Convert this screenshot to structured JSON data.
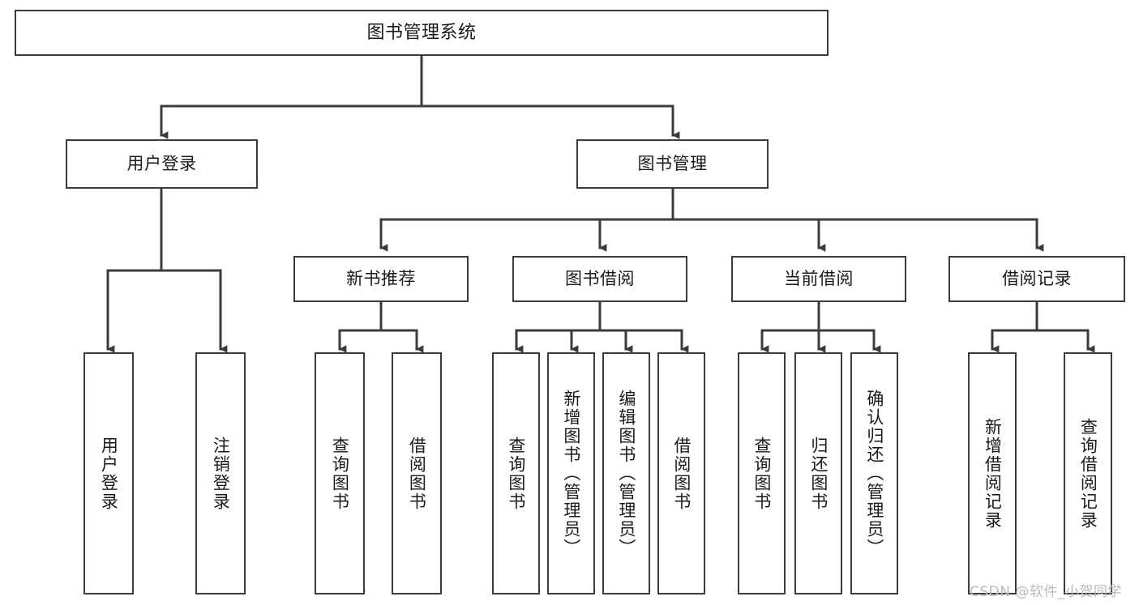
{
  "diagram": {
    "title": "图书管理系统",
    "type": "tree-hierarchy",
    "root": {
      "label": "图书管理系统"
    },
    "level1": [
      {
        "label": "用户登录"
      },
      {
        "label": "图书管理"
      }
    ],
    "level2": [
      {
        "label": "新书推荐"
      },
      {
        "label": "图书借阅"
      },
      {
        "label": "当前借阅"
      },
      {
        "label": "借阅记录"
      }
    ],
    "leaves": {
      "user_login": [
        {
          "label": "用户登录"
        },
        {
          "label": "注销登录"
        }
      ],
      "new_book_recommend": [
        {
          "label": "查询图书"
        },
        {
          "label": "借阅图书"
        }
      ],
      "book_borrow": [
        {
          "label": "查询图书"
        },
        {
          "label": "新增图书（管理员）"
        },
        {
          "label": "编辑图书（管理员）"
        },
        {
          "label": "借阅图书"
        }
      ],
      "current_borrow": [
        {
          "label": "查询图书"
        },
        {
          "label": "归还图书"
        },
        {
          "label": "确认归还（管理员）"
        }
      ],
      "borrow_record": [
        {
          "label": "新增借阅记录"
        },
        {
          "label": "查询借阅记录"
        }
      ]
    }
  },
  "watermark": {
    "text": "CSDN @软件_小贺同学"
  },
  "colors": {
    "stroke": "#3b3b3b",
    "box_fill": "#ffffff",
    "text": "#1a1a1a",
    "watermark": "#b9b9b9",
    "background": "#ffffff"
  }
}
